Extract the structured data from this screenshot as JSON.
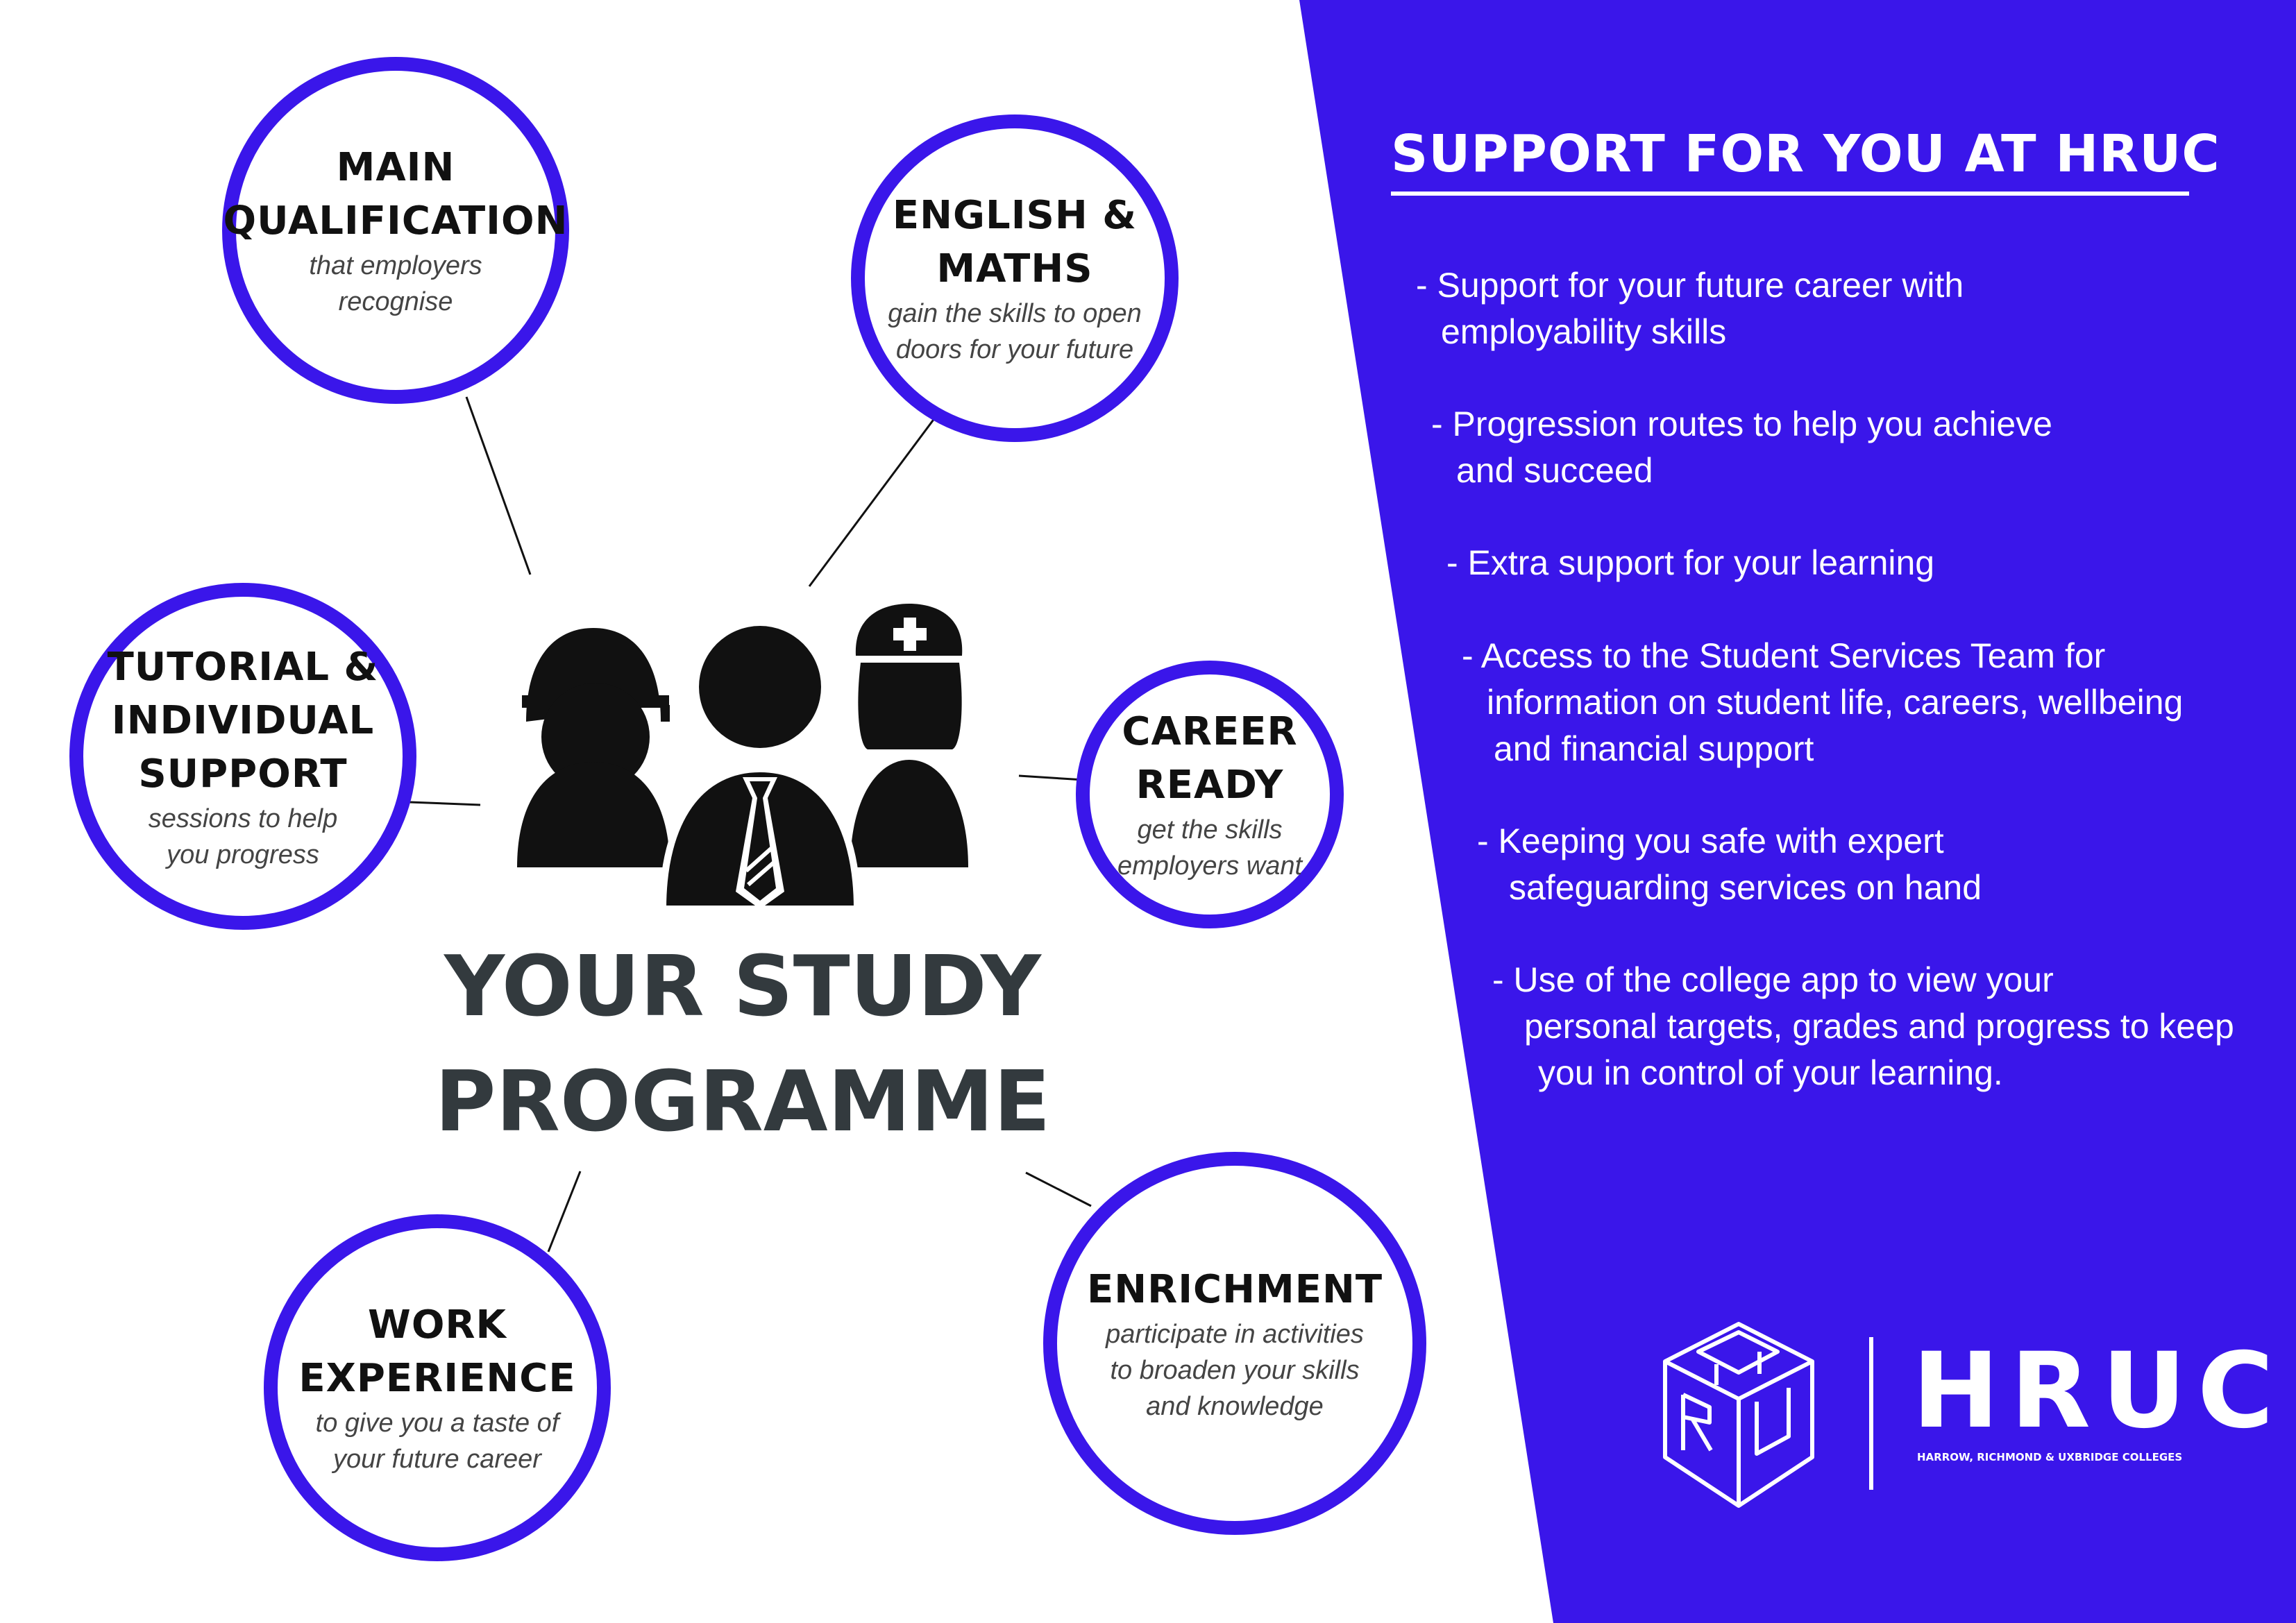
{
  "colors": {
    "accent": "#3a16ea",
    "heading_dark": "#333a3e",
    "background": "#ffffff"
  },
  "study_programme": {
    "heading": "YOUR STUDY\nPROGRAMME",
    "components": [
      {
        "title": "MAIN\nQUALIFICATION",
        "subtitle": "that employers\nrecognise"
      },
      {
        "title": "ENGLISH &\nMATHS",
        "subtitle": "gain the skills to open\ndoors for your future"
      },
      {
        "title": "TUTORIAL &\nINDIVIDUAL\nSUPPORT",
        "subtitle": "sessions to help\nyou progress"
      },
      {
        "title": "CAREER\nREADY",
        "subtitle": "get the skills\nemployers want"
      },
      {
        "title": "WORK\nEXPERIENCE",
        "subtitle": "to give you a taste of\nyour future career"
      },
      {
        "title": "ENRICHMENT",
        "subtitle": "participate in activities\nto broaden your skills\nand knowledge"
      }
    ],
    "people_icons": [
      "hard-hat-worker-icon",
      "business-person-icon",
      "nurse-icon"
    ]
  },
  "support": {
    "heading": "SUPPORT FOR YOU AT HRUC",
    "items": [
      [
        "- Support for your future career with",
        "employability skills"
      ],
      [
        "- Progression routes to help you achieve",
        "and succeed"
      ],
      [
        "- Extra support for your learning"
      ],
      [
        "- Access to the Student Services Team for",
        "information on student life, careers, wellbeing",
        "and financial support"
      ],
      [
        "- Keeping you safe with expert",
        "safeguarding services on hand"
      ],
      [
        "- Use of the college app to view your",
        "personal targets, grades and progress to keep",
        "you in control of your learning."
      ]
    ]
  },
  "logo": {
    "name": "HRUC",
    "tagline": "HARROW, RICHMOND & UXBRIDGE COLLEGES"
  }
}
